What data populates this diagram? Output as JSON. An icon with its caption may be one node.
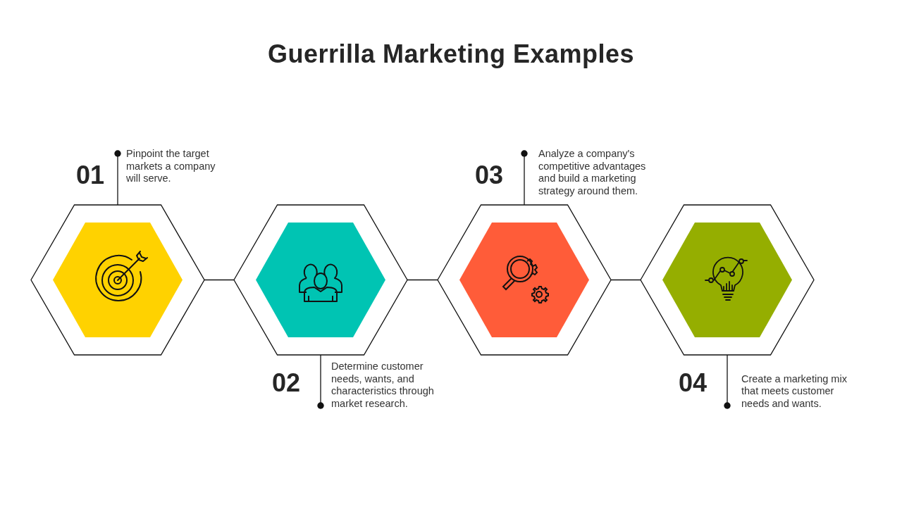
{
  "diagram": {
    "title": "Guerrilla Marketing Examples",
    "nodes": [
      {
        "text": [],
        "shape": "hexagon"
      },
      {
        "text": [],
        "shape": "hexagon"
      },
      {
        "text": [],
        "shape": "hexagon"
      },
      {
        "text": [],
        "shape": "hexagon"
      },
      {
        "text": [
          "Pinpoint the target markets a company will serve."
        ]
      },
      {
        "text": [
          "Determine customer needs, wants, and characteristics through market research."
        ]
      },
      {
        "text": [
          "Analyze a company's competitive advantages and build a marketing strategy around them."
        ]
      },
      {
        "text": [
          "Create a marketing mix that meets customer needs and wants."
        ]
      }
    ],
    "labels": [
      "01",
      "03",
      "02",
      "04"
    ],
    "edges": [
      {
        "from": 0,
        "to": 1,
        "arrow": "none"
      },
      {
        "from": 1,
        "to": 2,
        "arrow": "none"
      },
      {
        "from": 2,
        "to": 3,
        "arrow": "none"
      },
      {
        "from": 4,
        "to": 0,
        "arrow": "other"
      },
      {
        "from": 5,
        "to": 1,
        "arrow": "other"
      },
      {
        "from": 6,
        "to": 2,
        "arrow": "other"
      },
      {
        "from": 7,
        "to": 3,
        "arrow": "other"
      }
    ]
  }
}
